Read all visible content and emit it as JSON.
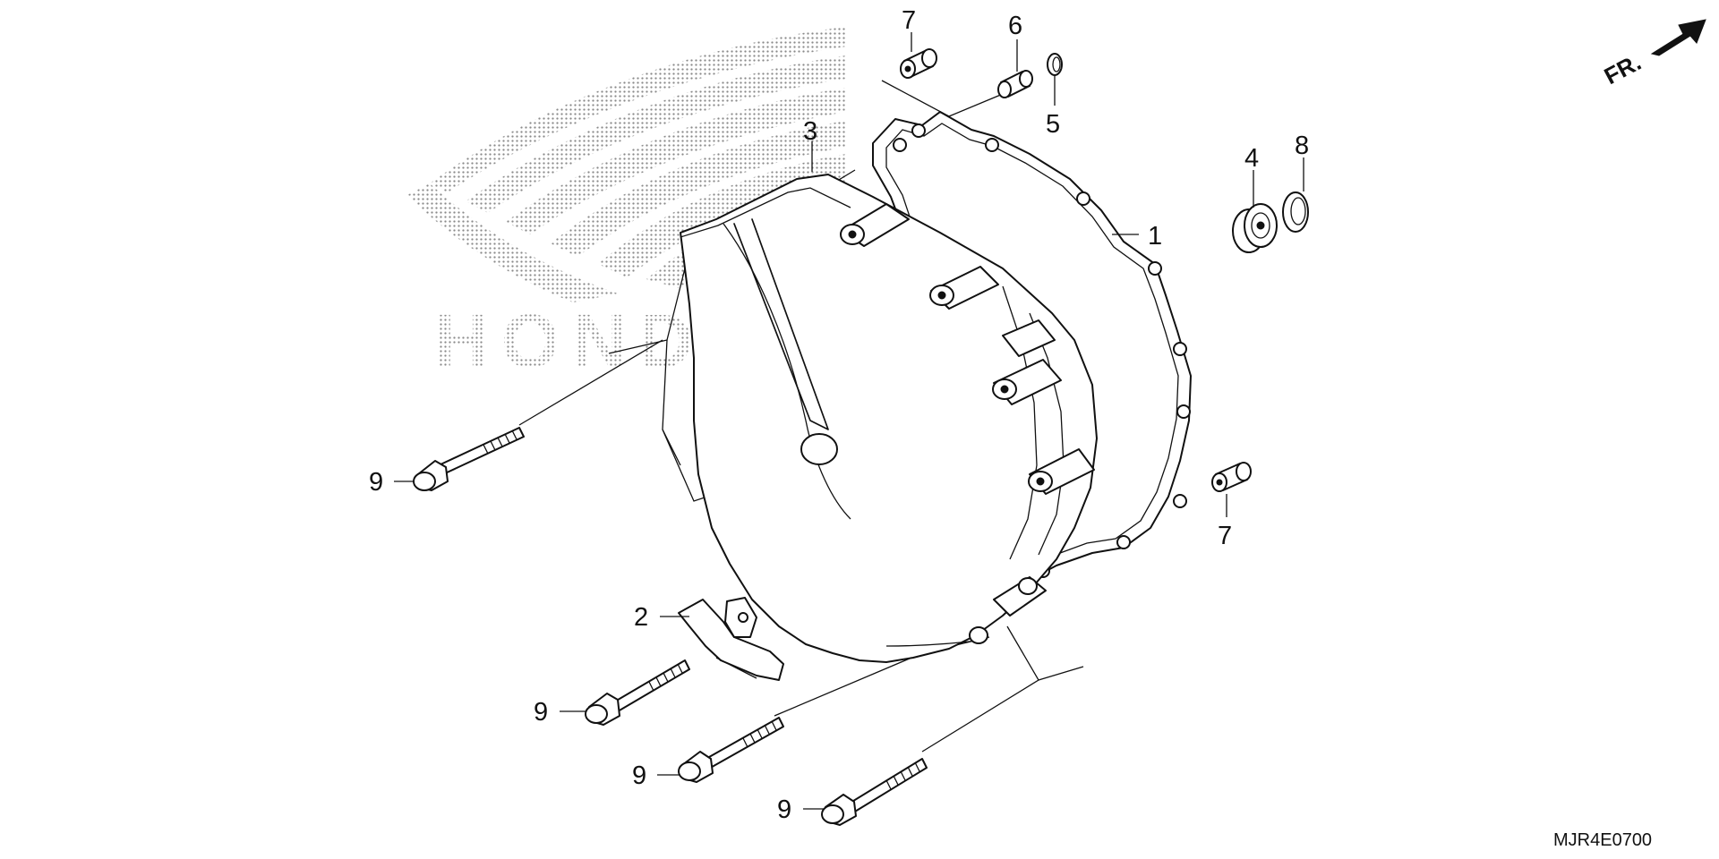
{
  "watermark": {
    "text": "HONDA"
  },
  "direction": {
    "label": "FR."
  },
  "drawing_code": "MJR4E0700",
  "callouts": [
    {
      "id": "c1",
      "number": "1"
    },
    {
      "id": "c2",
      "number": "2"
    },
    {
      "id": "c3",
      "number": "3"
    },
    {
      "id": "c4",
      "number": "4"
    },
    {
      "id": "c5",
      "number": "5"
    },
    {
      "id": "c6",
      "number": "6"
    },
    {
      "id": "c7a",
      "number": "7"
    },
    {
      "id": "c7b",
      "number": "7"
    },
    {
      "id": "c8",
      "number": "8"
    },
    {
      "id": "c9a",
      "number": "9"
    },
    {
      "id": "c9b",
      "number": "9"
    },
    {
      "id": "c9c",
      "number": "9"
    },
    {
      "id": "c9d",
      "number": "9"
    }
  ]
}
